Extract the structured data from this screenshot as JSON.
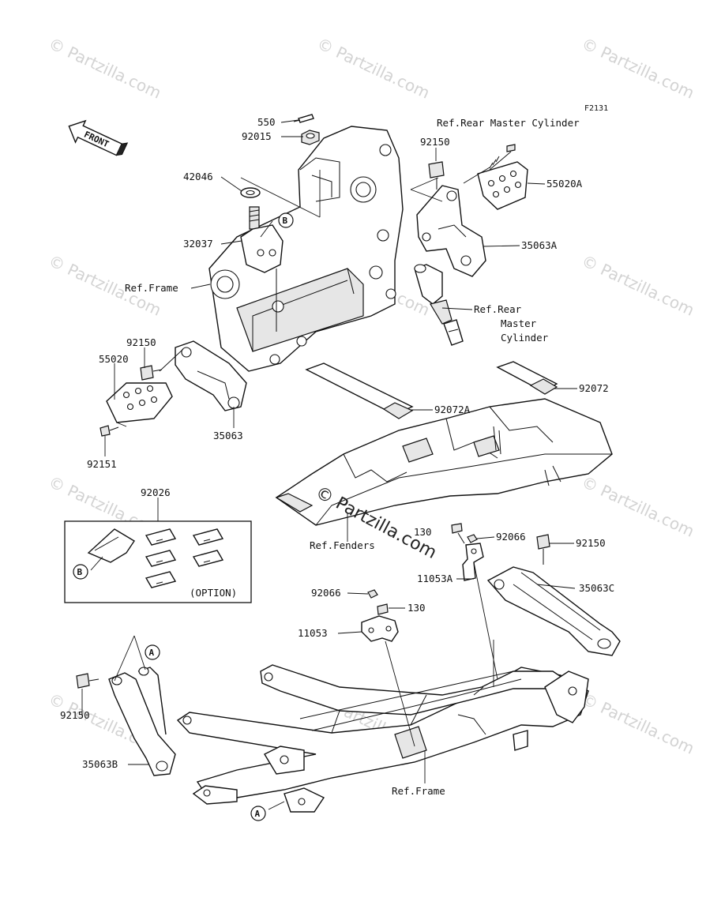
{
  "diagram_code": "F2131",
  "front_arrow_label": "FRONT",
  "callouts": {
    "p550": "550",
    "p92015": "92015",
    "p42046": "42046",
    "p32037": "32037",
    "ref_frame_top": "Ref.Frame",
    "p92150_left": "92150",
    "p55020": "55020",
    "p35063": "35063",
    "p92151": "92151",
    "p92026": "92026",
    "option": "(OPTION)",
    "ref_rear_master_cylinder_top": "Ref.Rear Master Cylinder",
    "p92150_top": "92150",
    "p55020A": "55020A",
    "p35063A": "35063A",
    "ref_rear_1": "Ref.Rear",
    "ref_rear_2": "Master",
    "ref_rear_3": "Cylinder",
    "p92072": "92072",
    "p92072A": "92072A",
    "ref_fenders": "Ref.Fenders",
    "p130_top": "130",
    "p92066_right": "92066",
    "p92150_right": "92150",
    "p11053A": "11053A",
    "p35063C": "35063C",
    "p92066_left": "92066",
    "p130_left": "130",
    "p11053": "11053",
    "p92150_bottom": "92150",
    "p35063B": "35063B",
    "ref_frame_bottom": "Ref.Frame",
    "marker_a": "A",
    "marker_b": "B"
  },
  "watermark": {
    "brand": "© Partzilla.com"
  }
}
